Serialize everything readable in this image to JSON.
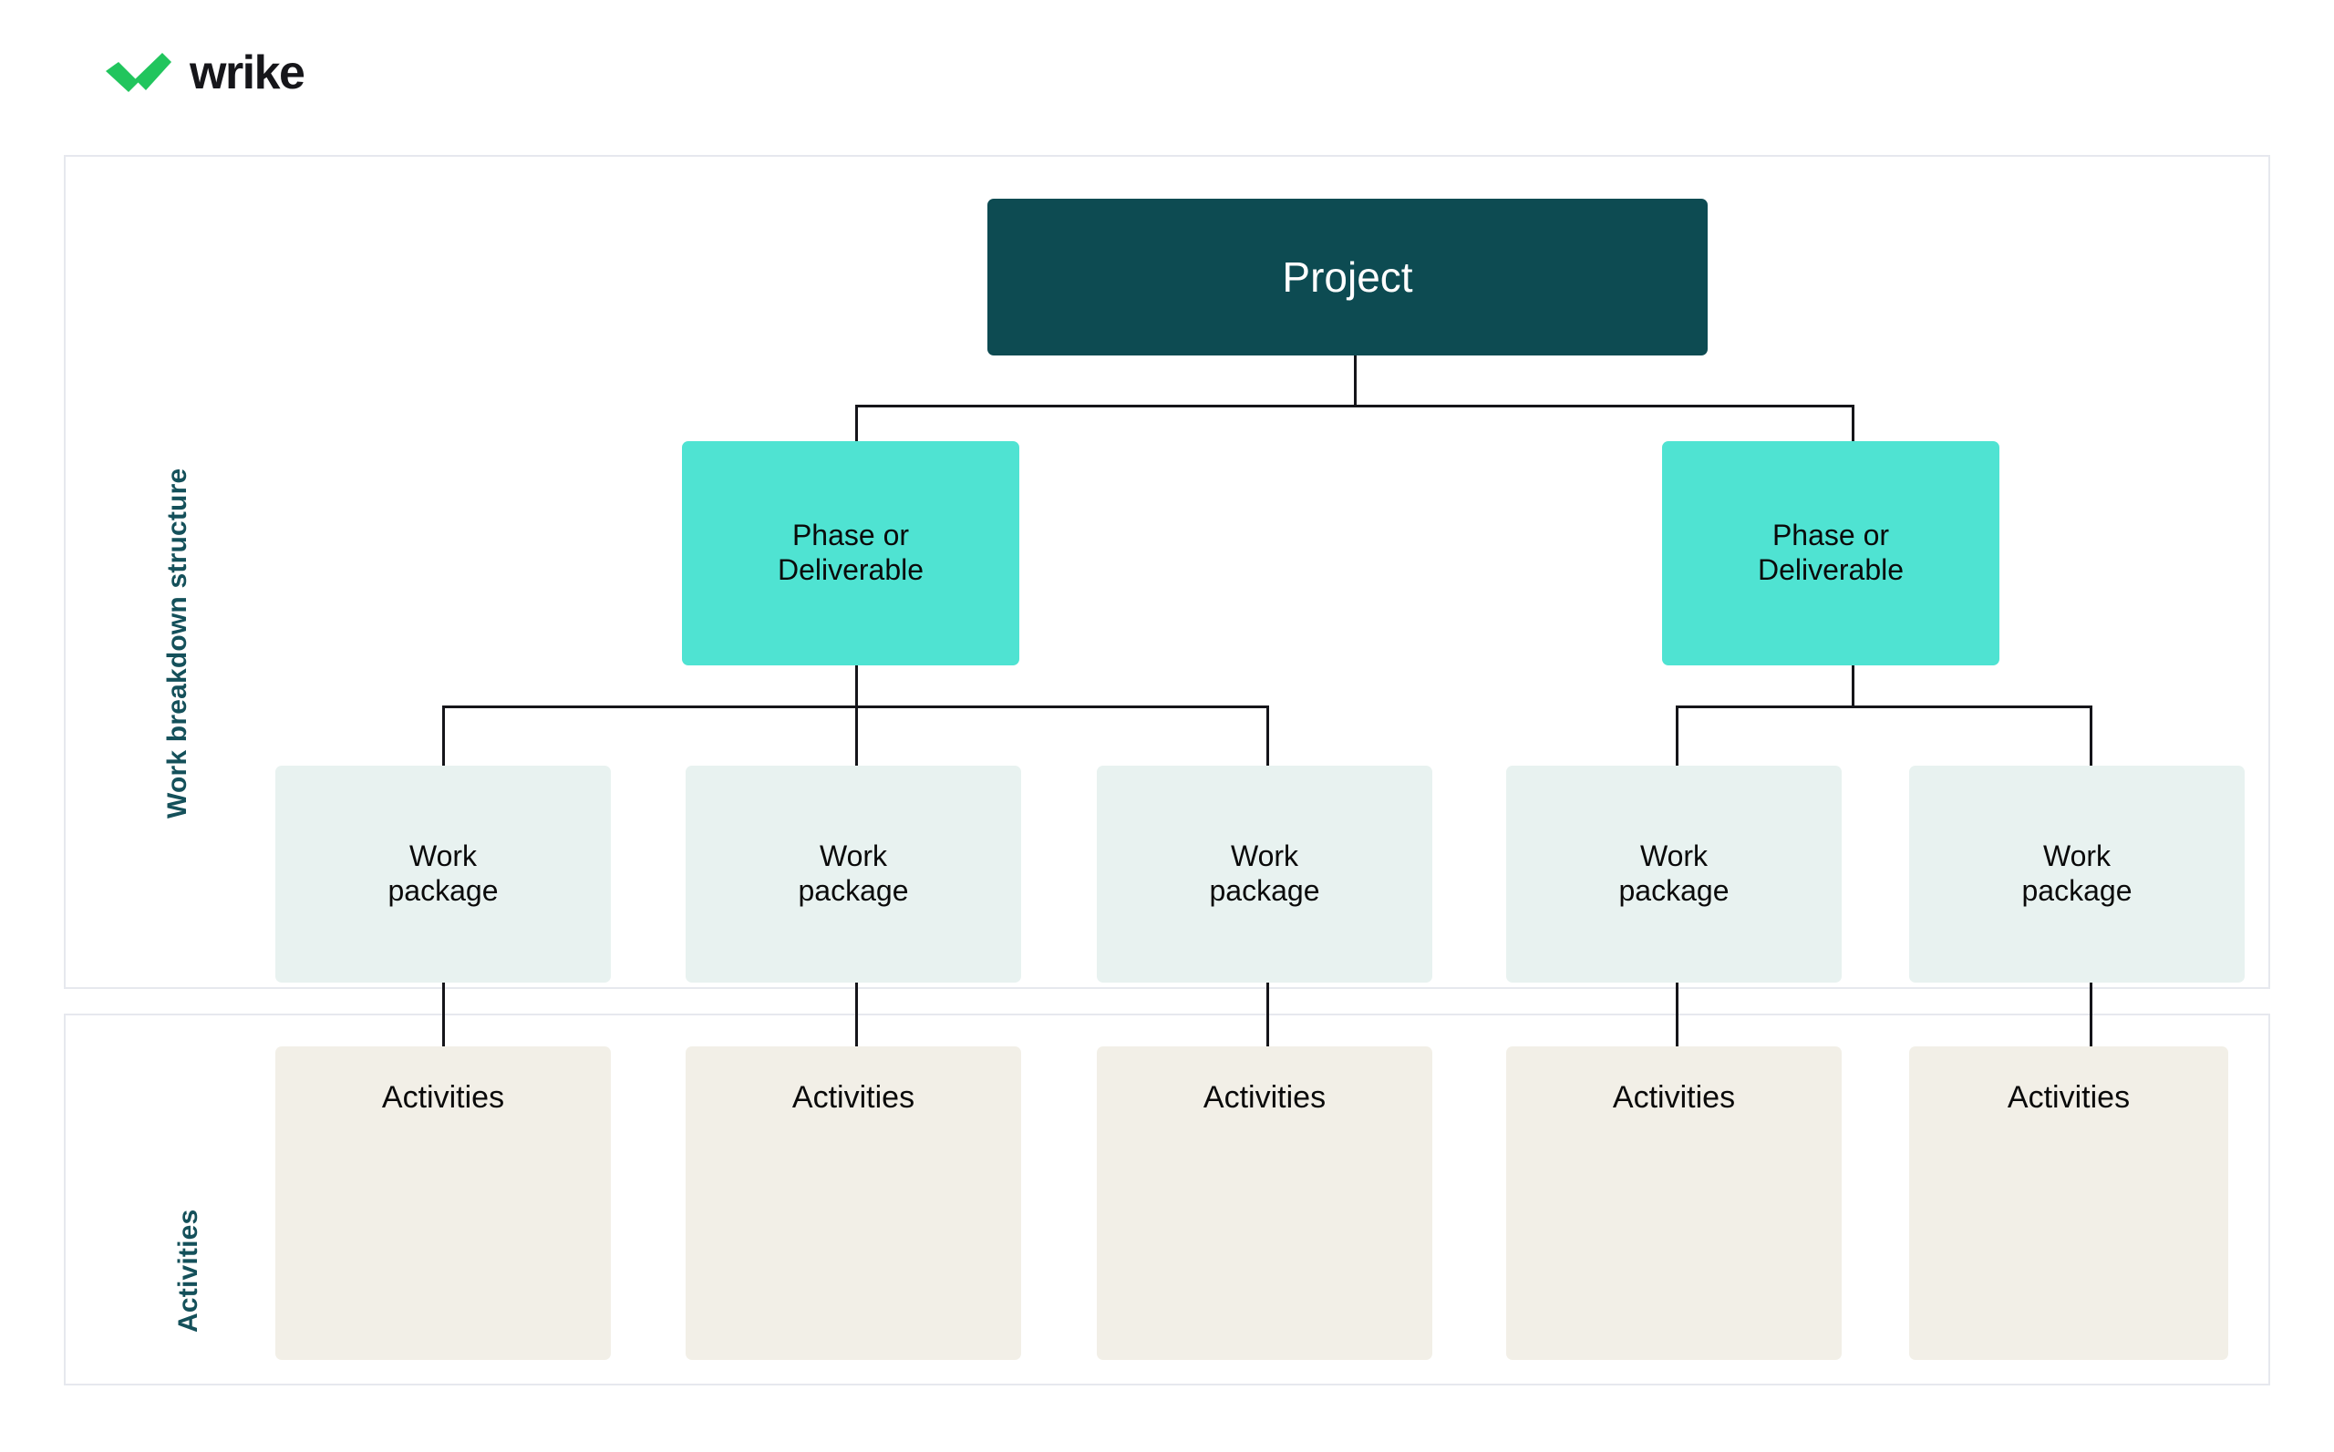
{
  "brand": {
    "name": "wrike",
    "logo_icon": "wrike-checkmark-logo",
    "logo_color": "#21C55D",
    "wordmark_color": "#16161A"
  },
  "sections": [
    {
      "id": "wbs",
      "label": "Work breakdown structure"
    },
    {
      "id": "activities",
      "label": "Activities"
    }
  ],
  "colors": {
    "project": "#0D4B52",
    "phase": "#4FE3D2",
    "work_package": "#E8F2F0",
    "activities": "#F2EFE7",
    "connector": "#15151A",
    "panel_border": "#E6E8EE",
    "side_label": "#14505A"
  },
  "chart_data": {
    "type": "diagram",
    "title": "Work breakdown structure",
    "levels": [
      "Project",
      "Phase or Deliverable",
      "Work package",
      "Activities"
    ],
    "nodes": [
      {
        "id": "project",
        "level": 0,
        "label": "Project"
      },
      {
        "id": "phase-1",
        "level": 1,
        "label": "Phase or Deliverable",
        "parent": "project"
      },
      {
        "id": "phase-2",
        "level": 1,
        "label": "Phase or Deliverable",
        "parent": "project"
      },
      {
        "id": "wp-1",
        "level": 2,
        "label": "Work package",
        "parent": "phase-1"
      },
      {
        "id": "wp-2",
        "level": 2,
        "label": "Work package",
        "parent": "phase-1"
      },
      {
        "id": "wp-3",
        "level": 2,
        "label": "Work package",
        "parent": "phase-1"
      },
      {
        "id": "wp-4",
        "level": 2,
        "label": "Work package",
        "parent": "phase-2"
      },
      {
        "id": "wp-5",
        "level": 2,
        "label": "Work package",
        "parent": "phase-2"
      },
      {
        "id": "act-1",
        "level": 3,
        "label": "Activities",
        "parent": "wp-1"
      },
      {
        "id": "act-2",
        "level": 3,
        "label": "Activities",
        "parent": "wp-2"
      },
      {
        "id": "act-3",
        "level": 3,
        "label": "Activities",
        "parent": "wp-3"
      },
      {
        "id": "act-4",
        "level": 3,
        "label": "Activities",
        "parent": "wp-4"
      },
      {
        "id": "act-5",
        "level": 3,
        "label": "Activities",
        "parent": "wp-5"
      }
    ]
  },
  "tree": {
    "root": {
      "label": "Project"
    },
    "phases": [
      {
        "label_line1": "Phase or",
        "label_line2": "Deliverable"
      },
      {
        "label_line1": "Phase or",
        "label_line2": "Deliverable"
      }
    ],
    "work_packages": [
      {
        "label_line1": "Work",
        "label_line2": "package"
      },
      {
        "label_line1": "Work",
        "label_line2": "package"
      },
      {
        "label_line1": "Work",
        "label_line2": "package"
      },
      {
        "label_line1": "Work",
        "label_line2": "package"
      },
      {
        "label_line1": "Work",
        "label_line2": "package"
      }
    ],
    "activities": [
      {
        "label": "Activities"
      },
      {
        "label": "Activities"
      },
      {
        "label": "Activities"
      },
      {
        "label": "Activities"
      },
      {
        "label": "Activities"
      }
    ]
  }
}
